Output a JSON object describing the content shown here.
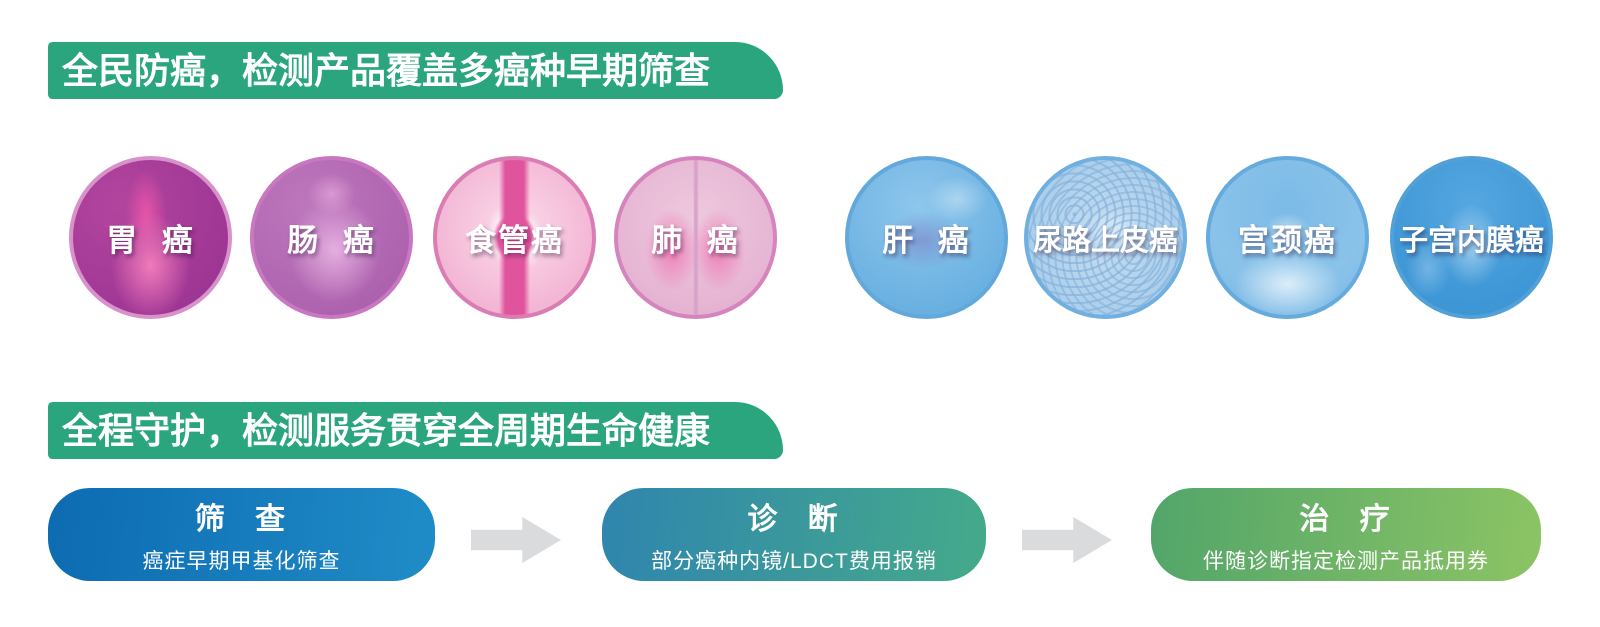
{
  "sections": {
    "prevention": {
      "banner": "全民防癌，检测产品覆盖多癌种早期筛查"
    },
    "protection": {
      "banner": "全程守护，检测服务贯穿全周期生命健康"
    }
  },
  "cancers": [
    {
      "label": "胃 癌",
      "group": "pink"
    },
    {
      "label": "肠 癌",
      "group": "pink"
    },
    {
      "label": "食管癌",
      "group": "pink"
    },
    {
      "label": "肺 癌",
      "group": "pink"
    },
    {
      "label": "肝 癌",
      "group": "blue"
    },
    {
      "label": "尿路上皮癌",
      "group": "blue"
    },
    {
      "label": "宫颈癌",
      "group": "blue"
    },
    {
      "label": "子宫内膜癌",
      "group": "blue"
    }
  ],
  "flow": {
    "steps": [
      {
        "title": "筛 查",
        "subtitle": "癌症早期甲基化筛查"
      },
      {
        "title": "诊 断",
        "subtitle": "部分癌种内镜/LDCT费用报销"
      },
      {
        "title": "治 疗",
        "subtitle": "伴随诊断指定检测产品抵用券"
      }
    ]
  },
  "colors": {
    "banner_green": "#2aa57e",
    "arrow_gray": "#dadbdc",
    "screening_gradient": [
      "#0d6bb2",
      "#1f8cc7"
    ],
    "diagnosis_gradient": [
      "#2f85ae",
      "#45aa8a"
    ],
    "treatment_gradient": [
      "#52a56a",
      "#8cc464"
    ],
    "pink_circle_rim": "#d793c9",
    "blue_circle_rim": "#62a8db"
  }
}
